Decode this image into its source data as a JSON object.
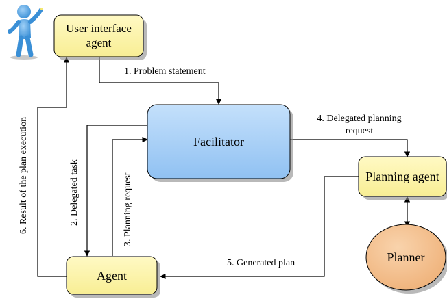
{
  "nodes": {
    "user_interface_agent": {
      "line1": "User interface",
      "line2": "agent"
    },
    "facilitator": {
      "label": "Facilitator"
    },
    "planning_agent": {
      "label": "Planning agent"
    },
    "agent": {
      "label": "Agent"
    },
    "planner": {
      "label": "Planner"
    }
  },
  "edges": {
    "problem_statement": "1. Problem statement",
    "delegated_task": "2. Delegated task",
    "planning_request": "3. Planning request",
    "delegated_planning_request_line1": "4. Delegated planning",
    "delegated_planning_request_line2": "request",
    "generated_plan": "5. Generated plan",
    "result_of_plan_execution": "6. Result of the plan execution"
  },
  "icons": {
    "user": "user-figure-icon"
  },
  "colors": {
    "agent_fill": "#fdf5a6",
    "facilitator_fill": "#a9cff7",
    "planner_fill": "#f5c18f",
    "user_figure": "#55a8e8",
    "shadow": "#8a8a8a"
  }
}
